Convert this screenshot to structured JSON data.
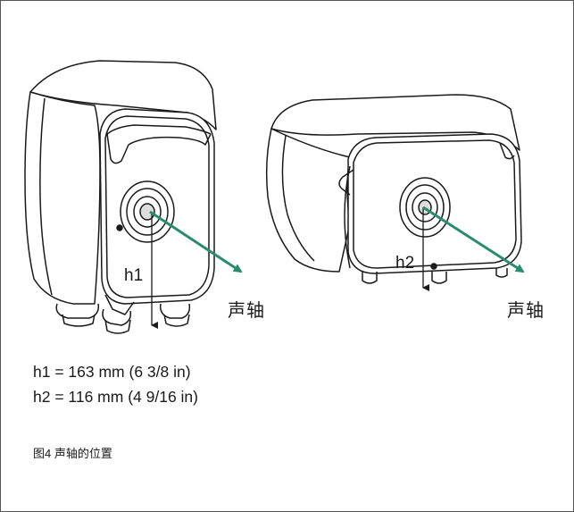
{
  "labels": {
    "h1": "h1",
    "h2": "h2",
    "axis_left": "声轴",
    "axis_right": "声轴"
  },
  "dimensions": [
    "h1 = 163 mm (6 3/8 in)",
    "h2 = 116 mm (4 9/16 in)"
  ],
  "caption": "图4 声轴的位置",
  "colors": {
    "axis_arrow": "#2a8c6e",
    "outline": "#1a1a1a",
    "frame": "#555555"
  }
}
